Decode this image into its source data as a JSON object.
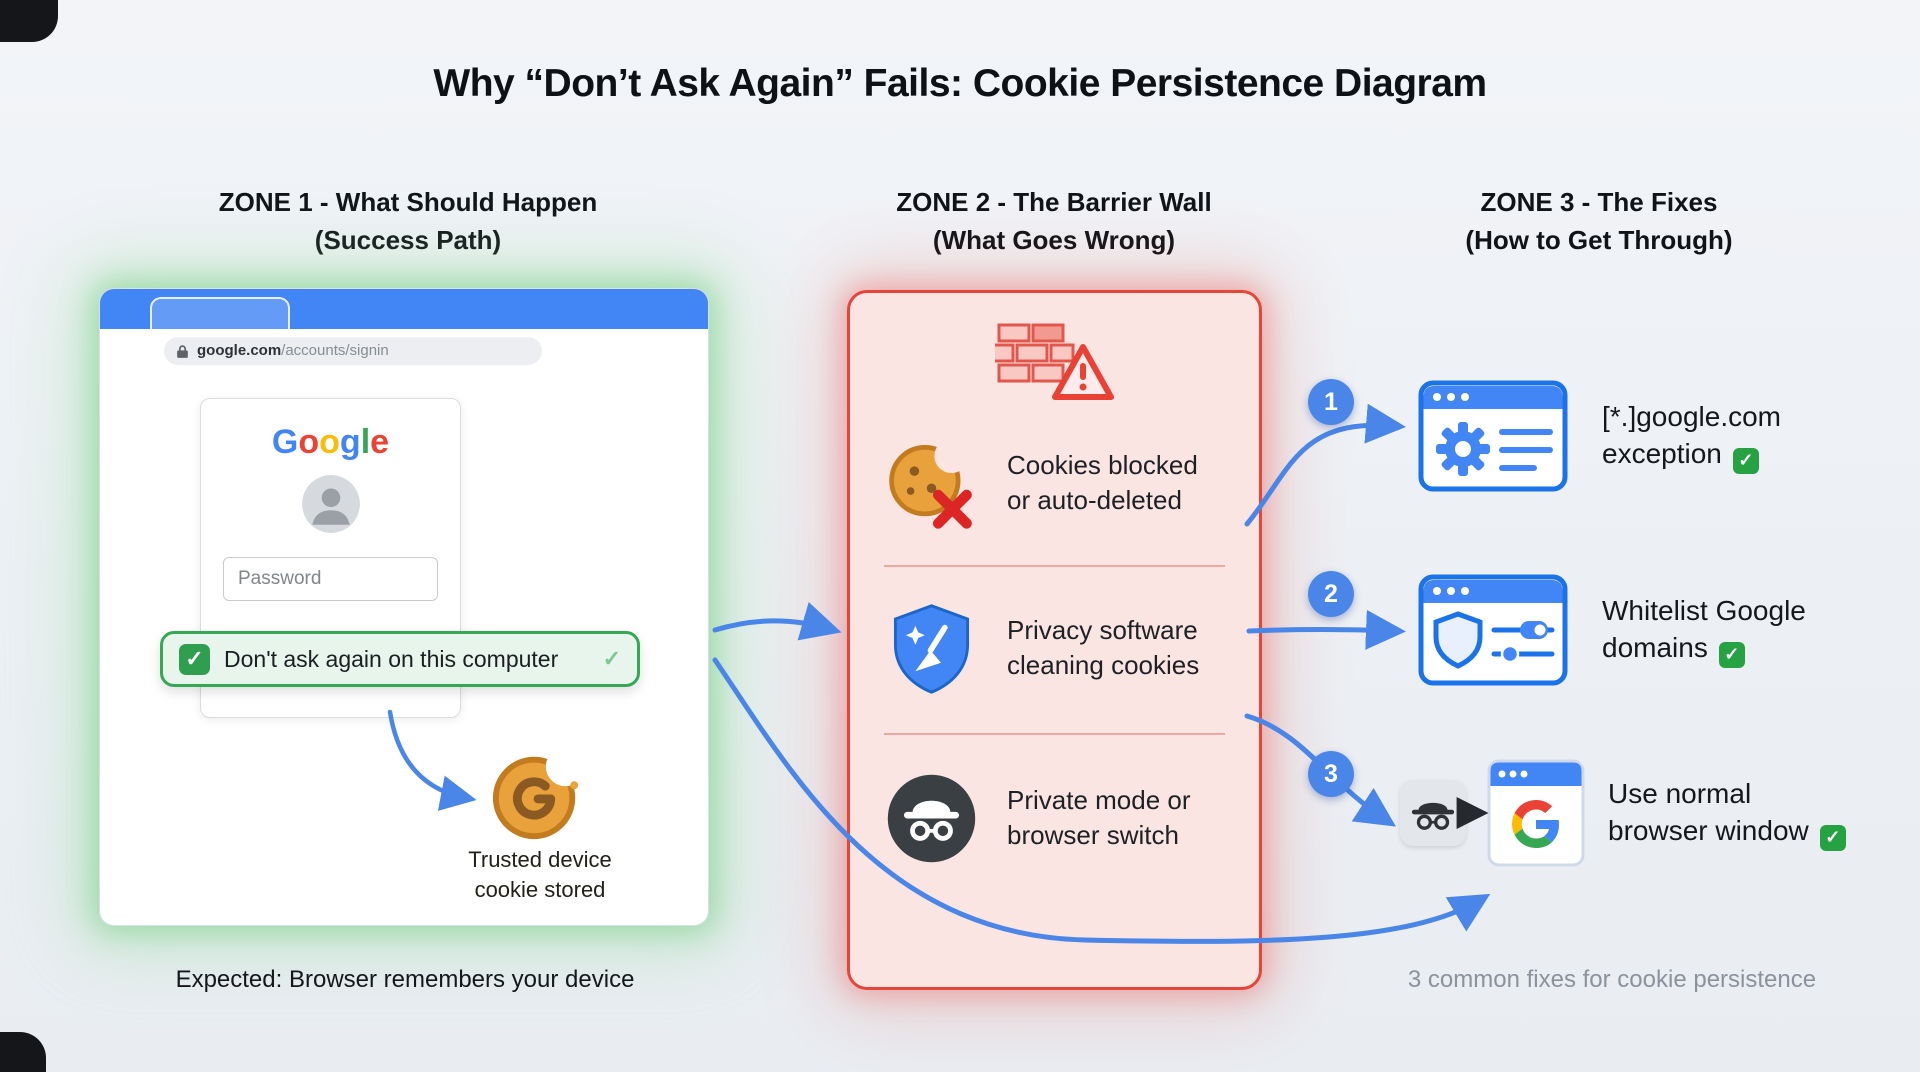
{
  "title": "Why “Don’t Ask Again” Fails: Cookie Persistence Diagram",
  "ui": {
    "check": "✓"
  },
  "zone1": {
    "heading": "ZONE 1 - What Should Happen",
    "subheading": "(Success Path)",
    "url_host": "google.com",
    "url_path": "/accounts/signin",
    "logo": [
      "G",
      "o",
      "o",
      "g",
      "l",
      "e"
    ],
    "password_placeholder": "Password",
    "dont_ask_label": "Don't ask again on this computer",
    "cookie_caption_line1": "Trusted device",
    "cookie_caption_line2": "cookie stored",
    "footer": "Expected: Browser remembers your device"
  },
  "zone2": {
    "heading": "ZONE 2 - The Barrier Wall",
    "subheading": "(What Goes Wrong)",
    "barriers": [
      {
        "line1": "Cookies blocked",
        "line2": "or auto-deleted"
      },
      {
        "line1": "Privacy software",
        "line2": "cleaning cookies"
      },
      {
        "line1": "Private mode or",
        "line2": "browser switch"
      }
    ]
  },
  "zone3": {
    "heading": "ZONE 3 - The Fixes",
    "subheading": "(How to Get Through)",
    "fixes": [
      {
        "number": "1",
        "line1": "[*.]google.com",
        "line2": "exception"
      },
      {
        "number": "2",
        "line1": "Whitelist Google",
        "line2": "domains"
      },
      {
        "number": "3",
        "line1": "Use normal",
        "line2": "browser window"
      }
    ],
    "footer": "3 common fixes for cookie persistence"
  },
  "colors": {
    "arrow_blue": "#4a86e8",
    "google_blue": "#4285F4",
    "google_red": "#EA4335",
    "google_yellow": "#FBBC05",
    "google_green": "#34A853",
    "barrier_red": "#e8453a",
    "success_green": "#34a853"
  }
}
